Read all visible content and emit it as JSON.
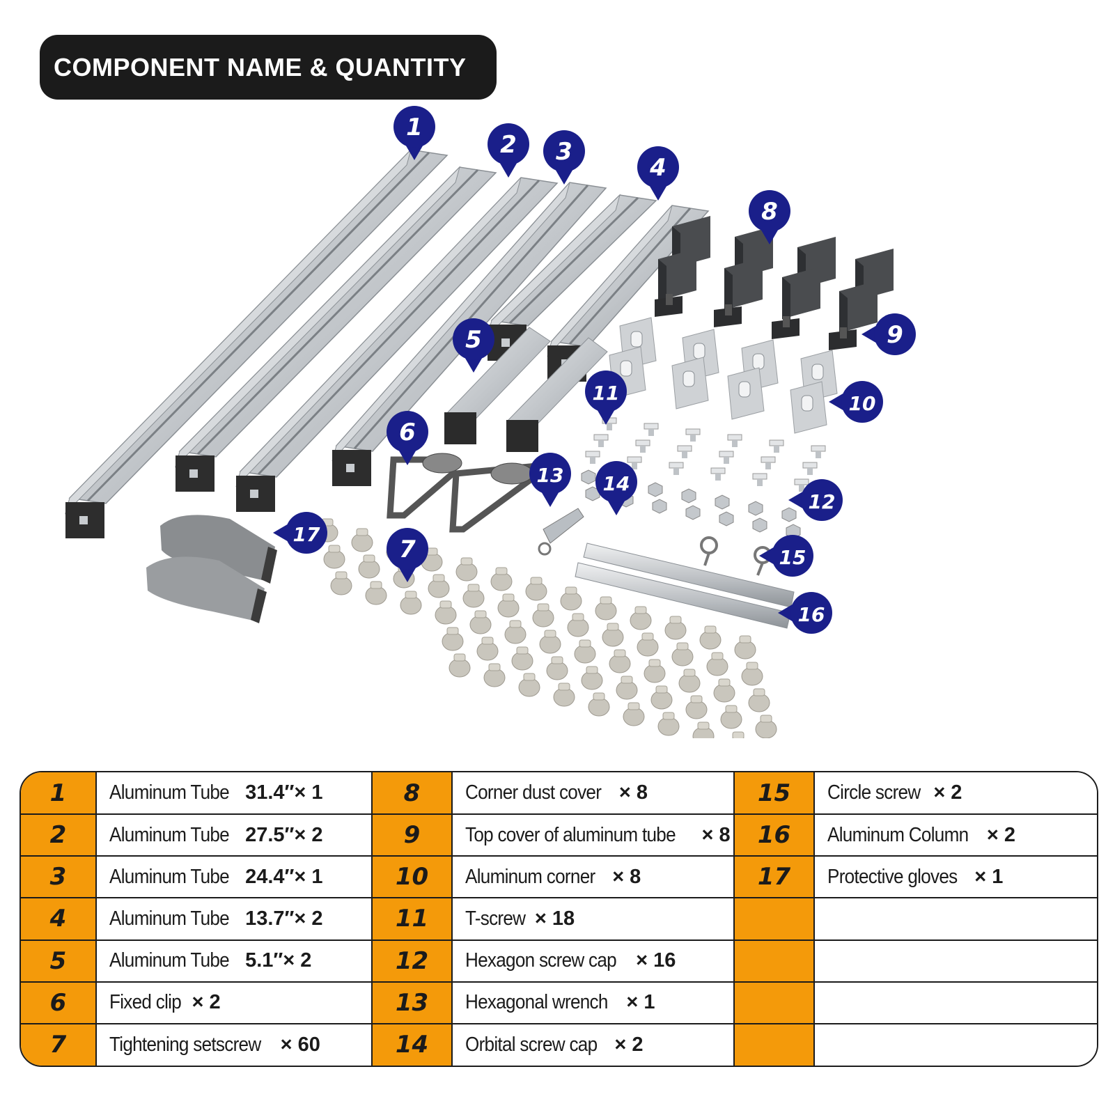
{
  "title": "COMPONENT NAME & QUANTITY",
  "colors": {
    "callout": "#1a1f8a",
    "table_number": "#f49a0a",
    "pill": "#1b1b1b",
    "aluminum": "#c9cdd1"
  },
  "callouts": [
    "1",
    "2",
    "3",
    "4",
    "5",
    "6",
    "7",
    "8",
    "9",
    "10",
    "11",
    "12",
    "13",
    "14",
    "15",
    "16",
    "17"
  ],
  "table": {
    "columns": [
      [
        {
          "num": "1",
          "name": "Aluminum Tube",
          "qty": "31.4″× 1"
        },
        {
          "num": "2",
          "name": "Aluminum Tube",
          "qty": "27.5″× 2"
        },
        {
          "num": "3",
          "name": "Aluminum Tube",
          "qty": "24.4″× 1"
        },
        {
          "num": "4",
          "name": "Aluminum Tube",
          "qty": "13.7″× 2"
        },
        {
          "num": "5",
          "name": "Aluminum Tube",
          "qty": "5.1″× 2"
        },
        {
          "num": "6",
          "name": "Fixed clip",
          "qty": "× 2"
        },
        {
          "num": "7",
          "name": "Tightening setscrew",
          "qty": "× 60"
        }
      ],
      [
        {
          "num": "8",
          "name": "Corner dust cover",
          "qty": "× 8"
        },
        {
          "num": "9",
          "name": "Top cover of aluminum tube",
          "qty": "× 8"
        },
        {
          "num": "10",
          "name": "Aluminum corner",
          "qty": "× 8"
        },
        {
          "num": "11",
          "name": "T-screw",
          "qty": "× 18"
        },
        {
          "num": "12",
          "name": "Hexagon screw cap",
          "qty": "× 16"
        },
        {
          "num": "13",
          "name": "Hexagonal wrench",
          "qty": "× 1"
        },
        {
          "num": "14",
          "name": "Orbital screw cap",
          "qty": "× 2"
        }
      ],
      [
        {
          "num": "15",
          "name": "Circle screw",
          "qty": "× 2"
        },
        {
          "num": "16",
          "name": "Aluminum Column",
          "qty": "× 2"
        },
        {
          "num": "17",
          "name": "Protective gloves",
          "qty": "× 1"
        },
        {
          "num": "",
          "name": "",
          "qty": ""
        },
        {
          "num": "",
          "name": "",
          "qty": ""
        },
        {
          "num": "",
          "name": "",
          "qty": ""
        },
        {
          "num": "",
          "name": "",
          "qty": ""
        }
      ]
    ]
  }
}
